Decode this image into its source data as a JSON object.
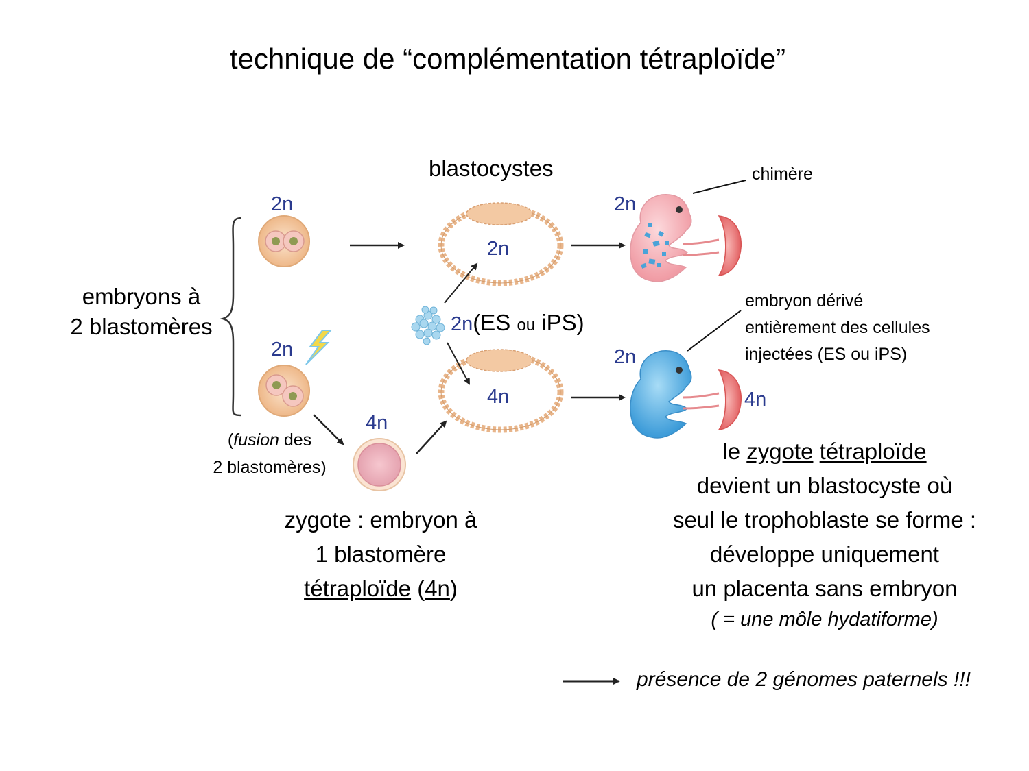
{
  "title": "technique de “complémentation tétraploïde”",
  "labels": {
    "blastocystes": "blastocystes",
    "chimere": "chimère",
    "embryons_line1": "embryons à",
    "embryons_line2": "2 blastomères",
    "fusion_open": "(",
    "fusion_word": "fusion",
    "fusion_rest": " des",
    "fusion_line2": "2 blastomères)",
    "es_ips_2n": "2n",
    "es_ips_open": "(ES ",
    "es_ips_ou": "ou",
    "es_ips_close": " iPS)",
    "derive_line1": "embryon dérivé",
    "derive_line2": "entièrement des cellules",
    "derive_line3": "injectées (ES ou iPS)",
    "ploidy_2n_top_embryo": "2n",
    "ploidy_2n_bottom_embryo": "2n",
    "ploidy_blasto_top": "2n",
    "ploidy_blasto_bottom": "4n",
    "ploidy_chimera": "2n",
    "ploidy_derived": "2n",
    "ploidy_placenta": "4n",
    "ploidy_zygote": "4n"
  },
  "zygote_text": {
    "line1": "zygote : embryon à",
    "line2": "1 blastomère",
    "line3_a": "tétraploïde",
    "line3_b": " (",
    "line3_c": "4n",
    "line3_d": ")"
  },
  "right_text": {
    "line1_a": "le ",
    "line1_b": "zygote",
    "line1_c": " ",
    "line1_d": "tétraploïde",
    "line2": "devient un blastocyste où",
    "line3": "seul le trophoblaste se forme :",
    "line4": "développe uniquement",
    "line5": "un placenta sans embryon",
    "line6": "( = une môle hydatiforme)"
  },
  "legend": {
    "text": "présence de 2 génomes paternels !!!"
  },
  "colors": {
    "ploidy_label": "#2a3a8e",
    "cell_outer": "#f4c8a0",
    "cell_inner": "#f7c6c6",
    "nucleus": "#9aa860",
    "chimera_body": "#f4b4b8",
    "chimera_spots": "#4aa3d8",
    "derived_body": "#5bb0e4",
    "placenta": "#e96b6b"
  }
}
